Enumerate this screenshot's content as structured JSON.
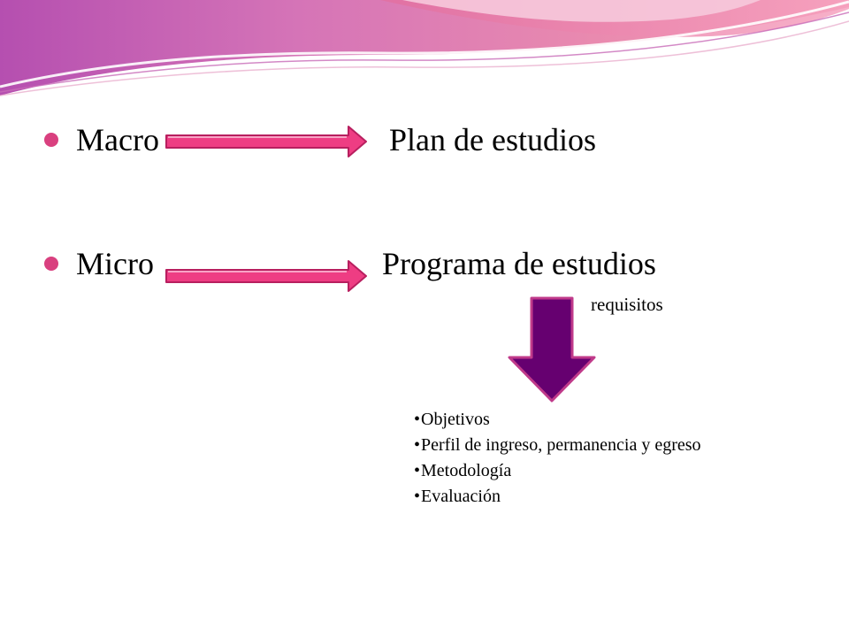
{
  "colors": {
    "bullet": "#d9407f",
    "arrow_right_fill": "#ee3d83",
    "arrow_right_stroke": "#b81f5f",
    "arrow_down_fill": "#660070",
    "arrow_down_stroke": "#c03a8a",
    "banner_pink": "#f07fa8",
    "banner_violet": "#c965c2"
  },
  "rows": [
    {
      "label": "Macro",
      "target": "Plan de estudios"
    },
    {
      "label": "Micro",
      "target": "Programa de estudios"
    }
  ],
  "requisitos_label": "requisitos",
  "requirements": [
    "Objetivos",
    "Perfil de ingreso, permanencia y egreso",
    "Metodología",
    "Evaluación"
  ],
  "icons": {
    "row_arrow": "right-arrow-icon",
    "down_arrow": "down-arrow-icon",
    "bullet": "bullet-dot-icon"
  }
}
